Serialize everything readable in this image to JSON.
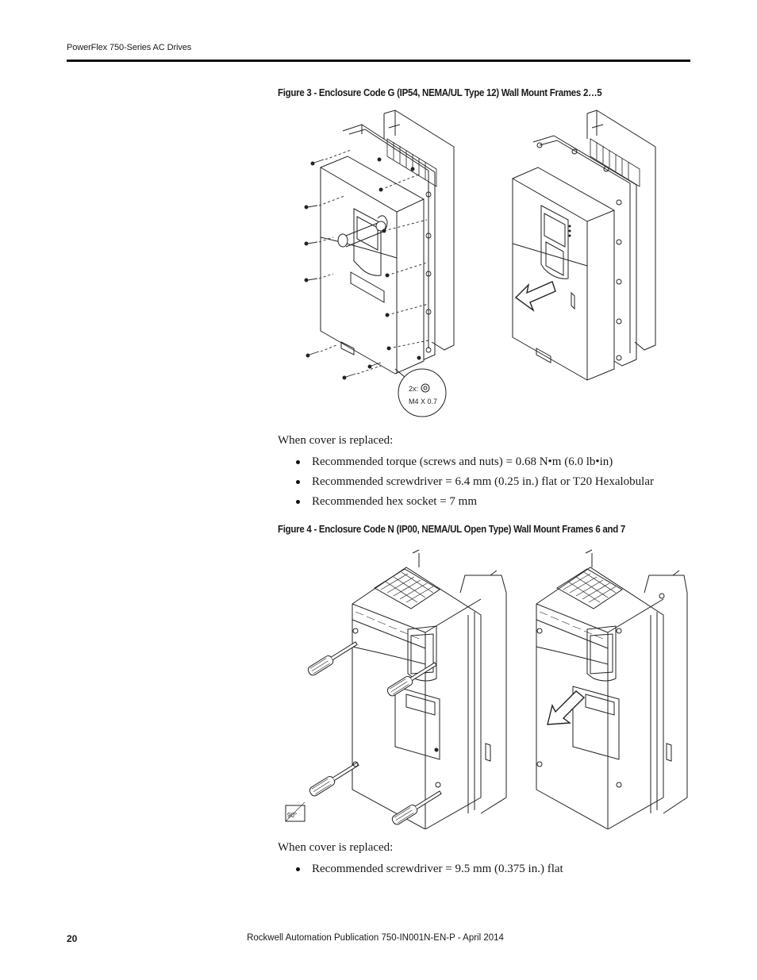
{
  "header": {
    "title": "PowerFlex 750-Series AC Drives"
  },
  "figure3": {
    "title": "Figure 3 - Enclosure Code G (IP54, NEMA/UL Type 12) Wall Mount Frames 2…5",
    "callout_qty": "2x:",
    "callout_size": "M4 X 0.7"
  },
  "section1": {
    "intro": "When cover is replaced:",
    "bullets": [
      "Recommended torque (screws and nuts) = 0.68 N•m (6.0 lb•in)",
      "Recommended screwdriver = 6.4 mm (0.25 in.) flat or T20 Hexalobular",
      "Recommended hex socket = 7 mm"
    ]
  },
  "figure4": {
    "title": "Figure 4 - Enclosure Code N (IP00, NEMA/UL Open Type) Wall Mount Frames 6 and 7",
    "angle_label": "90°"
  },
  "section2": {
    "intro": "When cover is replaced:",
    "bullets": [
      "Recommended screwdriver = 9.5 mm (0.375 in.) flat"
    ]
  },
  "footer": {
    "page_number": "20",
    "publication": "Rockwell Automation Publication 750-IN001N-EN-P - April 2014"
  }
}
